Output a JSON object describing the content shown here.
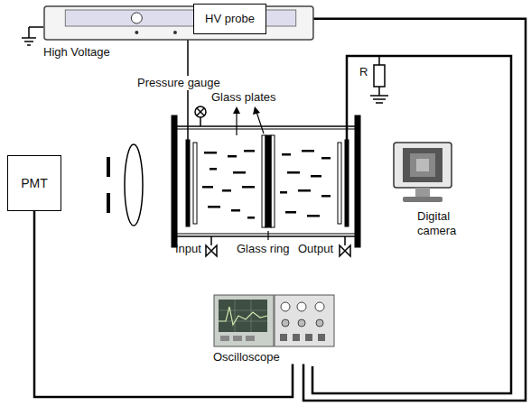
{
  "diagram": {
    "nodes": [
      {
        "text": [
          "High Voltage"
        ]
      },
      {
        "text": [
          "HV probe"
        ]
      },
      {
        "text": [
          "PMT"
        ]
      },
      {
        "text": [
          "Oscilloscope"
        ]
      }
    ],
    "edges": [
      {
        "from": 0,
        "to": 1,
        "arrow": "none"
      },
      {
        "from": 1,
        "to": 3,
        "arrow": "none"
      },
      {
        "from": 2,
        "to": 3,
        "arrow": "none"
      }
    ],
    "labels": [
      "R",
      "Pressure gauge",
      "Glass plates",
      "Input",
      "Glass ring",
      "Output",
      "Digital camera"
    ]
  }
}
